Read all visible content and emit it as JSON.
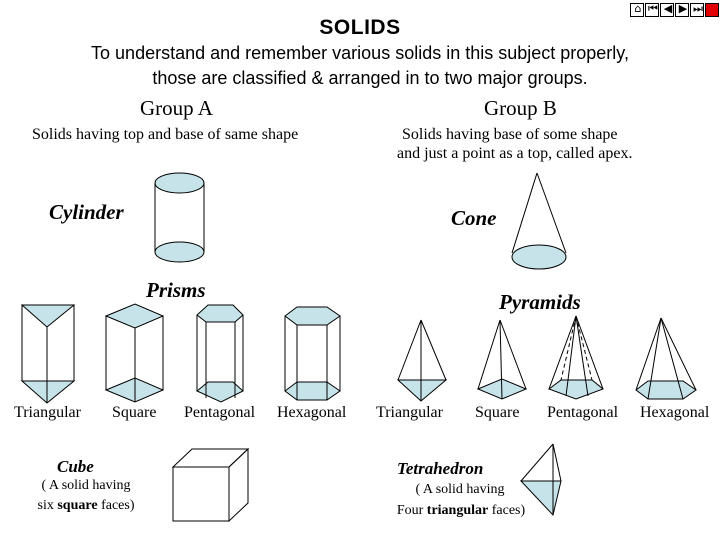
{
  "title": "SOLIDS",
  "intro": {
    "line1": "To understand and remember various solids in this subject properly,",
    "line2": "those are classified & arranged in to two major groups."
  },
  "group_a": {
    "heading": "Group A",
    "description": "Solids having top and base of same shape",
    "cylinder": "Cylinder",
    "prisms": "Prisms",
    "prism_labels": [
      "Triangular",
      "Square",
      "Pentagonal",
      "Hexagonal"
    ],
    "cube": {
      "title": "Cube",
      "note_line1": "( A solid having",
      "note_prefix": "six ",
      "note_bold": "square",
      "note_suffix": " faces)"
    }
  },
  "group_b": {
    "heading": "Group B",
    "description_line1": "Solids having base of some shape",
    "description_line2": "and just a point as a top, called apex.",
    "cone": "Cone",
    "pyramids": "Pyramids",
    "pyramid_labels": [
      "Triangular",
      "Square",
      "Pentagonal",
      "Hexagonal"
    ],
    "tetrahedron": {
      "title": "Tetrahedron",
      "note_line1": "( A solid having",
      "note_prefix": "Four ",
      "note_bold": "triangular",
      "note_suffix": " faces)"
    }
  },
  "nav_icons": [
    "home-icon",
    "first-icon",
    "previous-icon",
    "next-icon",
    "last-icon",
    "end-icon"
  ],
  "colors": {
    "fill": "#c7e3ea",
    "stroke": "#000000",
    "end_button": "#e00000"
  }
}
